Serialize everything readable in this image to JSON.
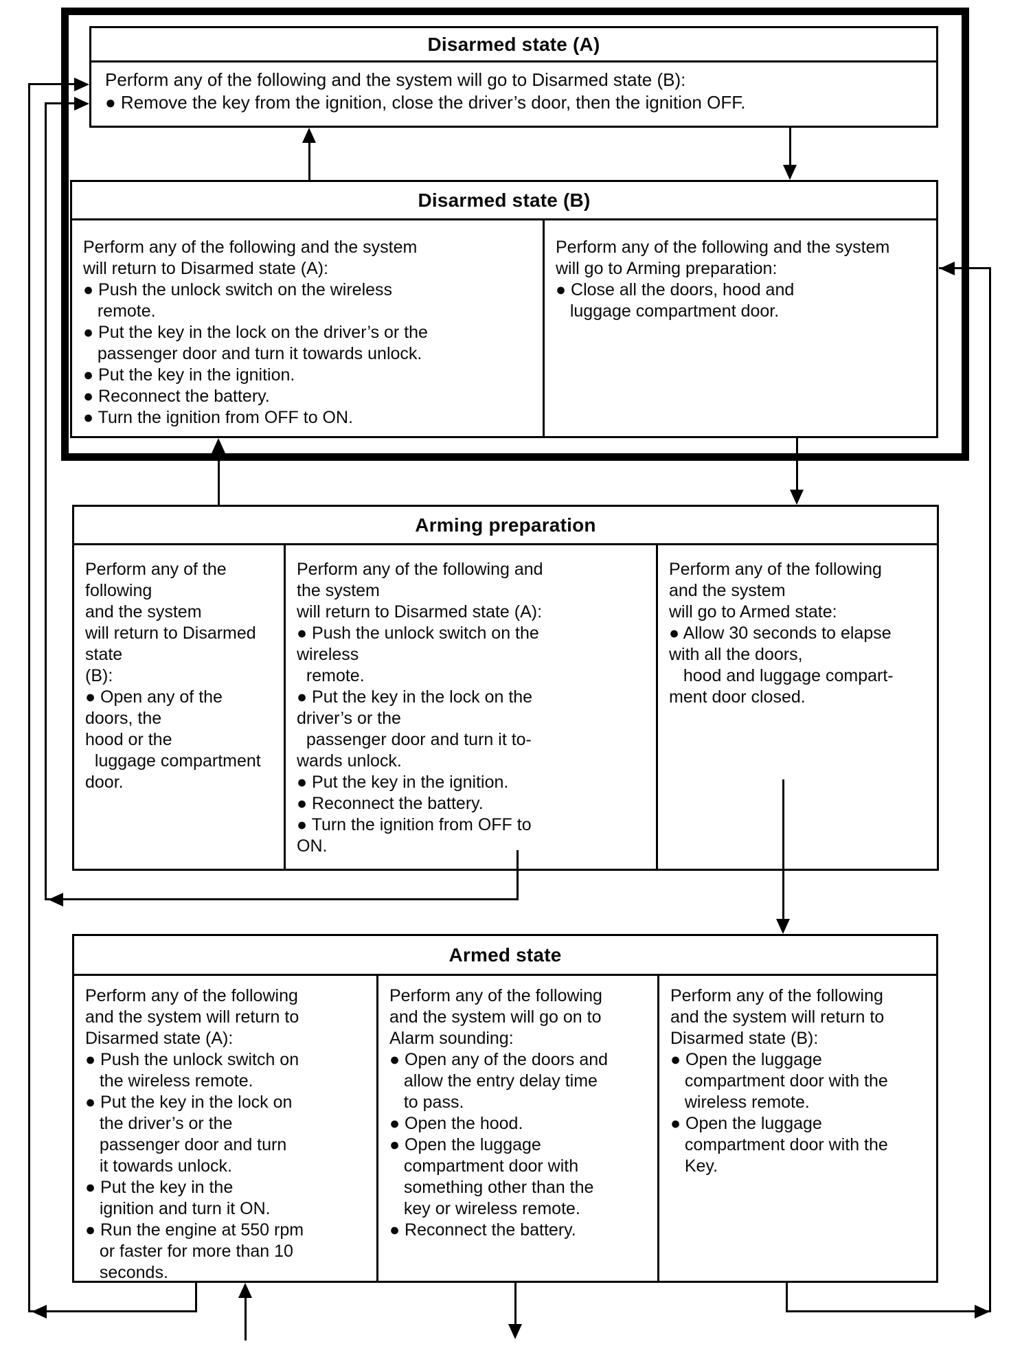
{
  "colors": {
    "line": "#000000",
    "background": "#ffffff",
    "text": "#0a0a0a"
  },
  "diagram": {
    "boxes": [
      {
        "title": "Disarmed state (A)",
        "cells": [
          {
            "text": "Perform any of the following and the system will go to Disarmed state (B):\n● Remove the key from the ignition, close the driver’s door, then the ignition OFF."
          }
        ]
      },
      {
        "title": "Disarmed state (B)",
        "cells": [
          {
            "text": "Perform any of the following and the system\nwill return to Disarmed state (A):\n● Push the unlock switch on the wireless\n   remote.\n● Put the key in the lock on the driver’s or the\n   passenger door and turn it towards unlock.\n● Put the key in the ignition.\n● Reconnect the battery.\n● Turn the ignition from OFF to ON."
          },
          {
            "text": "Perform any of the following and the system\nwill go to Arming preparation:\n● Close all the doors, hood and\n   luggage compartment door."
          }
        ]
      },
      {
        "title": "Arming preparation",
        "cells": [
          {
            "text": "Perform any of the following\nand the system\nwill return to Disarmed state\n(B):\n● Open any of the doors, the\nhood or the\n  luggage compartment door."
          },
          {
            "text": "Perform any of the following and\nthe system\nwill return to Disarmed state (A):\n● Push the unlock switch on the\nwireless\n  remote.\n● Put the key in the lock on the\ndriver’s or the\n  passenger door and turn it to-\nwards unlock.\n● Put the key in the ignition.\n● Reconnect the battery.\n● Turn the ignition from OFF to\nON."
          },
          {
            "text": "Perform any of the following\nand the system\nwill go to Armed state:\n● Allow 30 seconds to elapse\nwith all the doors,\n   hood and luggage compart-\nment door closed."
          }
        ]
      },
      {
        "title": "Armed state",
        "cells": [
          {
            "text": "Perform any of the following\nand the system will return to\nDisarmed state (A):\n● Push the unlock switch on\n   the wireless remote.\n● Put the key in the lock on\n   the driver’s or the\n   passenger door and turn\n   it towards unlock.\n● Put the key in the\n   ignition and turn it ON.\n● Run the engine at 550 rpm\n   or faster for more than 10\n   seconds."
          },
          {
            "text": "Perform any of the following\nand the system will go on to\nAlarm sounding:\n● Open any of the doors and\n   allow the entry delay time\n   to pass.\n● Open the hood.\n● Open the luggage\n   compartment door with\n   something other than the\n   key or wireless remote.\n● Reconnect the battery."
          },
          {
            "text": "Perform any of the following\nand the system will return to\nDisarmed state (B):\n● Open the luggage\n   compartment door with the\n   wireless remote.\n● Open the luggage\n   compartment door with the\n   Key."
          }
        ]
      }
    ]
  }
}
